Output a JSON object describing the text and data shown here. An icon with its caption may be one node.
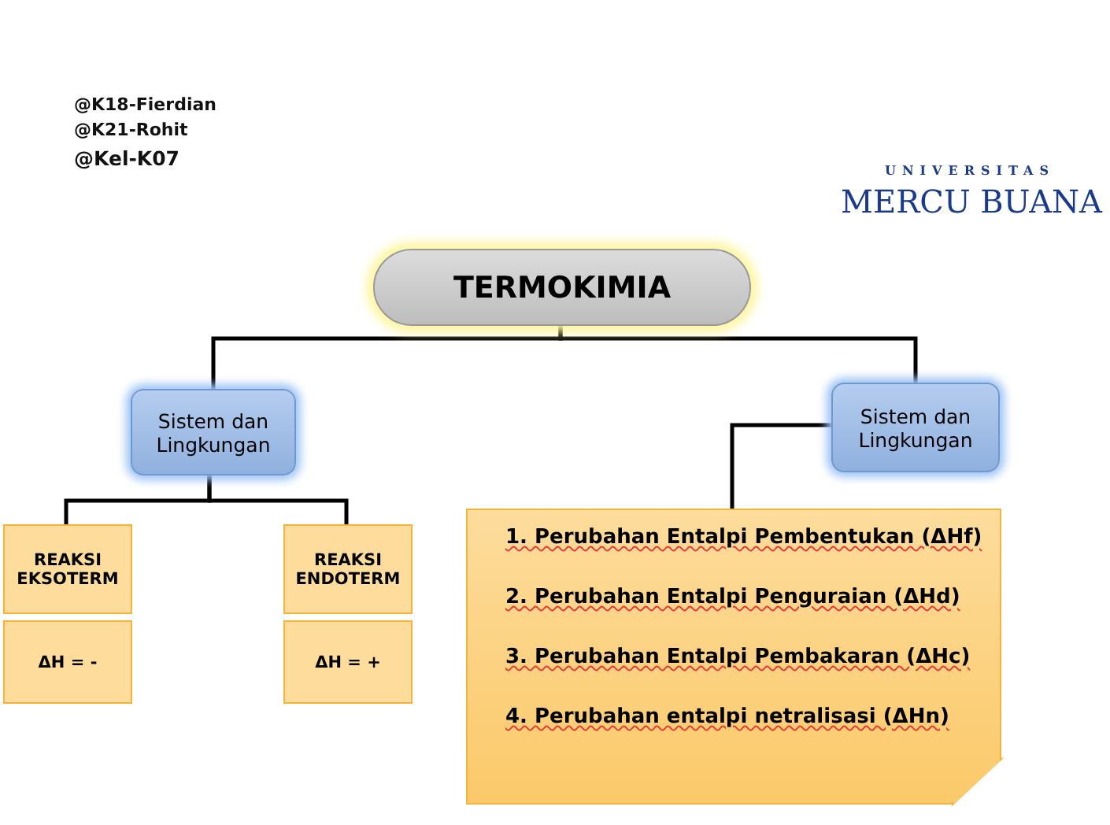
{
  "diagram": {
    "nodes": [
      {
        "text": [
          "TERMOKIMIA"
        ]
      },
      {
        "text": [
          "Sistem dan Lingkungan"
        ]
      },
      {
        "text": [
          "Sistem dan Lingkungan"
        ]
      },
      {
        "text": [
          "REAKSI EKSOTERM"
        ]
      },
      {
        "text": [
          "REAKSI ENDOTERM"
        ]
      },
      {
        "text": [
          "ΔH = -"
        ]
      },
      {
        "text": [
          "ΔH = +"
        ]
      },
      {
        "text": [
          "1. Perubahan Entalpi Pembentukan (ΔHf)",
          "2. Perubahan Entalpi Penguraian (ΔHd)",
          "3. Perubahan Entalpi Pembakaran (ΔHc)",
          "4. Perubahan entalpi netralisasi (ΔHn)"
        ]
      }
    ],
    "edges": [
      {
        "from": 0,
        "to": 1,
        "arrow": "none"
      },
      {
        "from": 0,
        "to": 2,
        "arrow": "none"
      },
      {
        "from": 1,
        "to": 3,
        "arrow": "none"
      },
      {
        "from": 1,
        "to": 4,
        "arrow": "none"
      },
      {
        "from": 2,
        "to": 7,
        "arrow": "none"
      }
    ],
    "labels": [
      "@K18-Fierdian",
      "@K21-Rohit",
      "@Kel-K07",
      "UNIVERSITAS",
      "MERCU BUANA"
    ]
  }
}
